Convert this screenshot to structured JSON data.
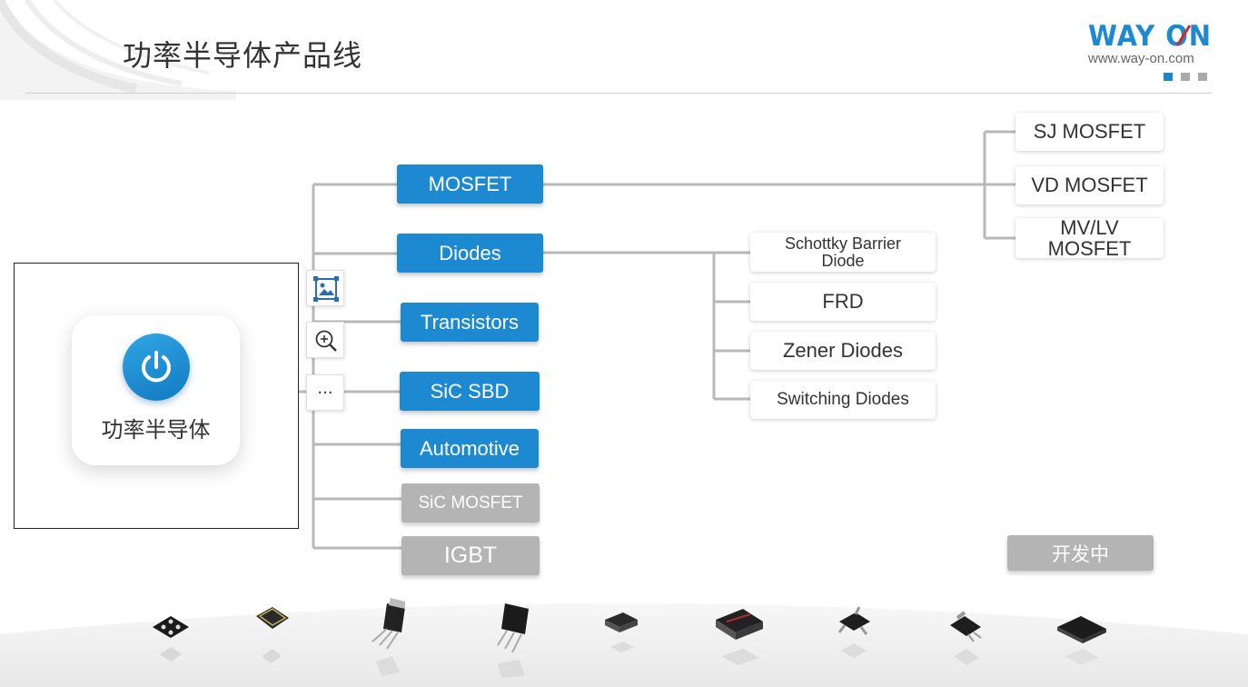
{
  "header": {
    "title": "功率半导体产品线",
    "logo_text": "WAY-ON",
    "url": "www.way-on.com"
  },
  "colors": {
    "accent": "#1d89d1",
    "inactive": "#b4b4b4",
    "text": "#333333",
    "line": "#b8b8b8"
  },
  "root": {
    "label": "功率半导体",
    "icon": "power-icon"
  },
  "toolbar": [
    "image-icon",
    "zoom-in-icon",
    "more-icon"
  ],
  "toolbar_more_label": "···",
  "categories": [
    {
      "label": "MOSFET",
      "status": "available"
    },
    {
      "label": "Diodes",
      "status": "available"
    },
    {
      "label": "Transistors",
      "status": "available"
    },
    {
      "label": "SiC SBD",
      "status": "available"
    },
    {
      "label": "Automotive",
      "status": "available"
    },
    {
      "label": "SiC MOSFET",
      "status": "developing"
    },
    {
      "label": "IGBT",
      "status": "developing"
    }
  ],
  "mosfet_types": [
    "SJ MOSFET",
    "VD MOSFET",
    "MV/LV MOSFET"
  ],
  "diode_types": [
    "Schottky Barrier Diode",
    "FRD",
    "Zener Diodes",
    "Switching Diodes"
  ],
  "legend": {
    "developing_label": "开发中"
  },
  "package_icons": [
    "dfn-package-icon",
    "qfn-package-icon",
    "to220-package-icon",
    "to247-package-icon",
    "sod-package-icon",
    "smd-package-icon",
    "sot23-package-icon",
    "sot223-package-icon",
    "to263-package-icon"
  ]
}
